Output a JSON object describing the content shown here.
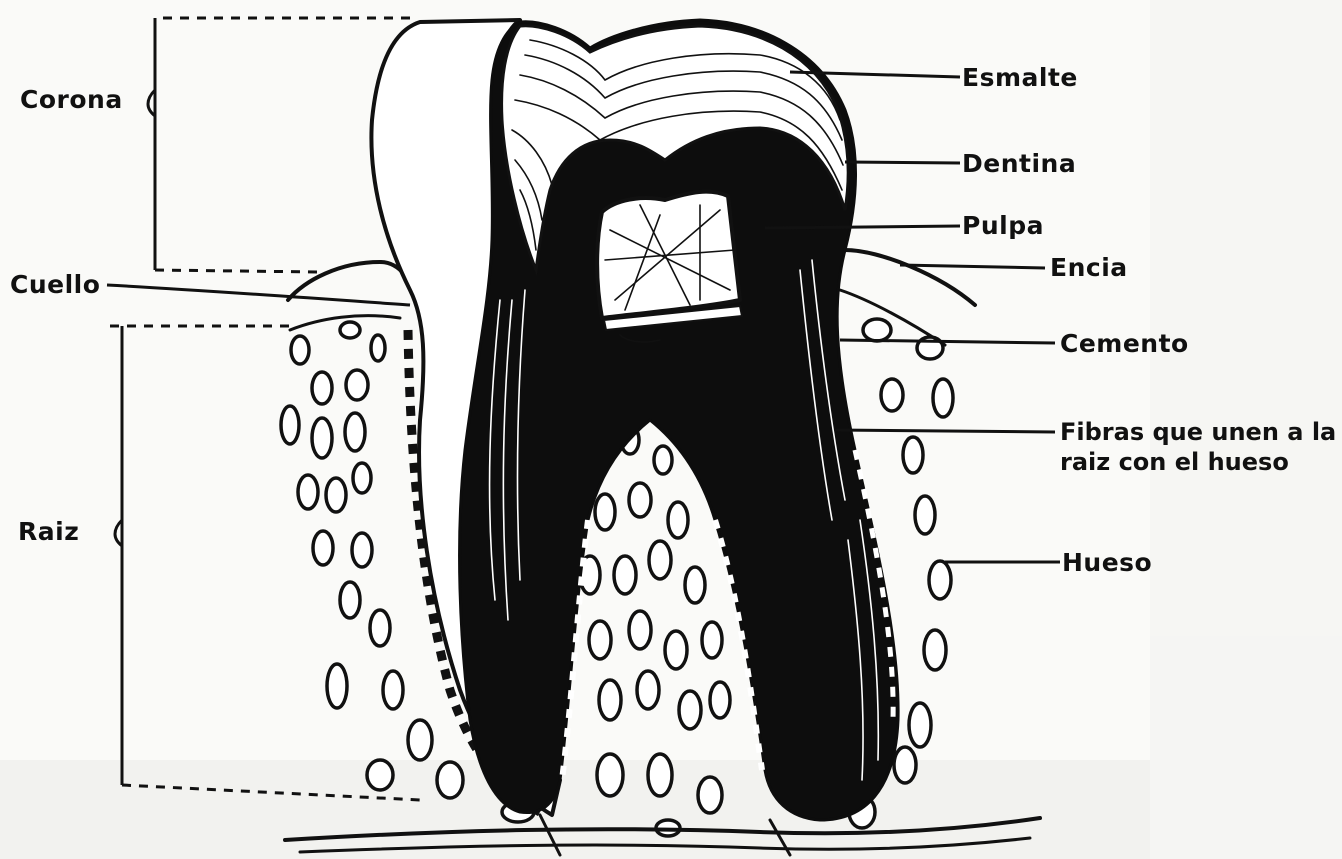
{
  "labels": {
    "corona": "Corona",
    "cuello": "Cuello",
    "raiz": "Raiz",
    "esmalte": "Esmalte",
    "dentina": "Dentina",
    "pulpa": "Pulpa",
    "encia": "Encia",
    "cemento": "Cemento",
    "fibras_line1": "Fibras que unen a la",
    "fibras_line2": "raiz con el hueso",
    "hueso": "Hueso"
  }
}
